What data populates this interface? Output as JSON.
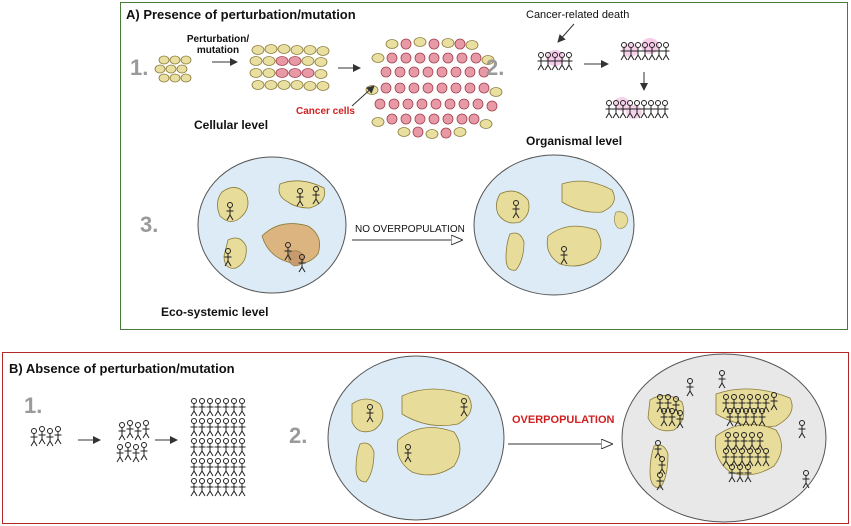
{
  "panel_a": {
    "title": "A) Presence of perturbation/mutation",
    "step1": {
      "number": "1.",
      "arrow_label": "Perturbation/\nmutation",
      "cancer_label": "Cancer cells",
      "level_label": "Cellular level"
    },
    "step2": {
      "number": "2.",
      "death_label": "Cancer-related death",
      "level_label": "Organismal level"
    },
    "step3": {
      "number": "3.",
      "arrow_label": "NO OVERPOPULATION",
      "level_label": "Eco-systemic level"
    }
  },
  "panel_b": {
    "title": "B) Absence of perturbation/mutation",
    "step1": {
      "number": "1."
    },
    "step2": {
      "number": "2.",
      "arrow_label": "OVERPOPULATION"
    }
  },
  "colors": {
    "panel_a_border": "#4a7a3c",
    "panel_b_border": "#b02a2a",
    "cell": "#e8dfa0",
    "cancer_cell": "#e79aa6",
    "ocean": "#dcebf5",
    "land": "#e8dc9a",
    "accent_red": "#d21f1f"
  }
}
